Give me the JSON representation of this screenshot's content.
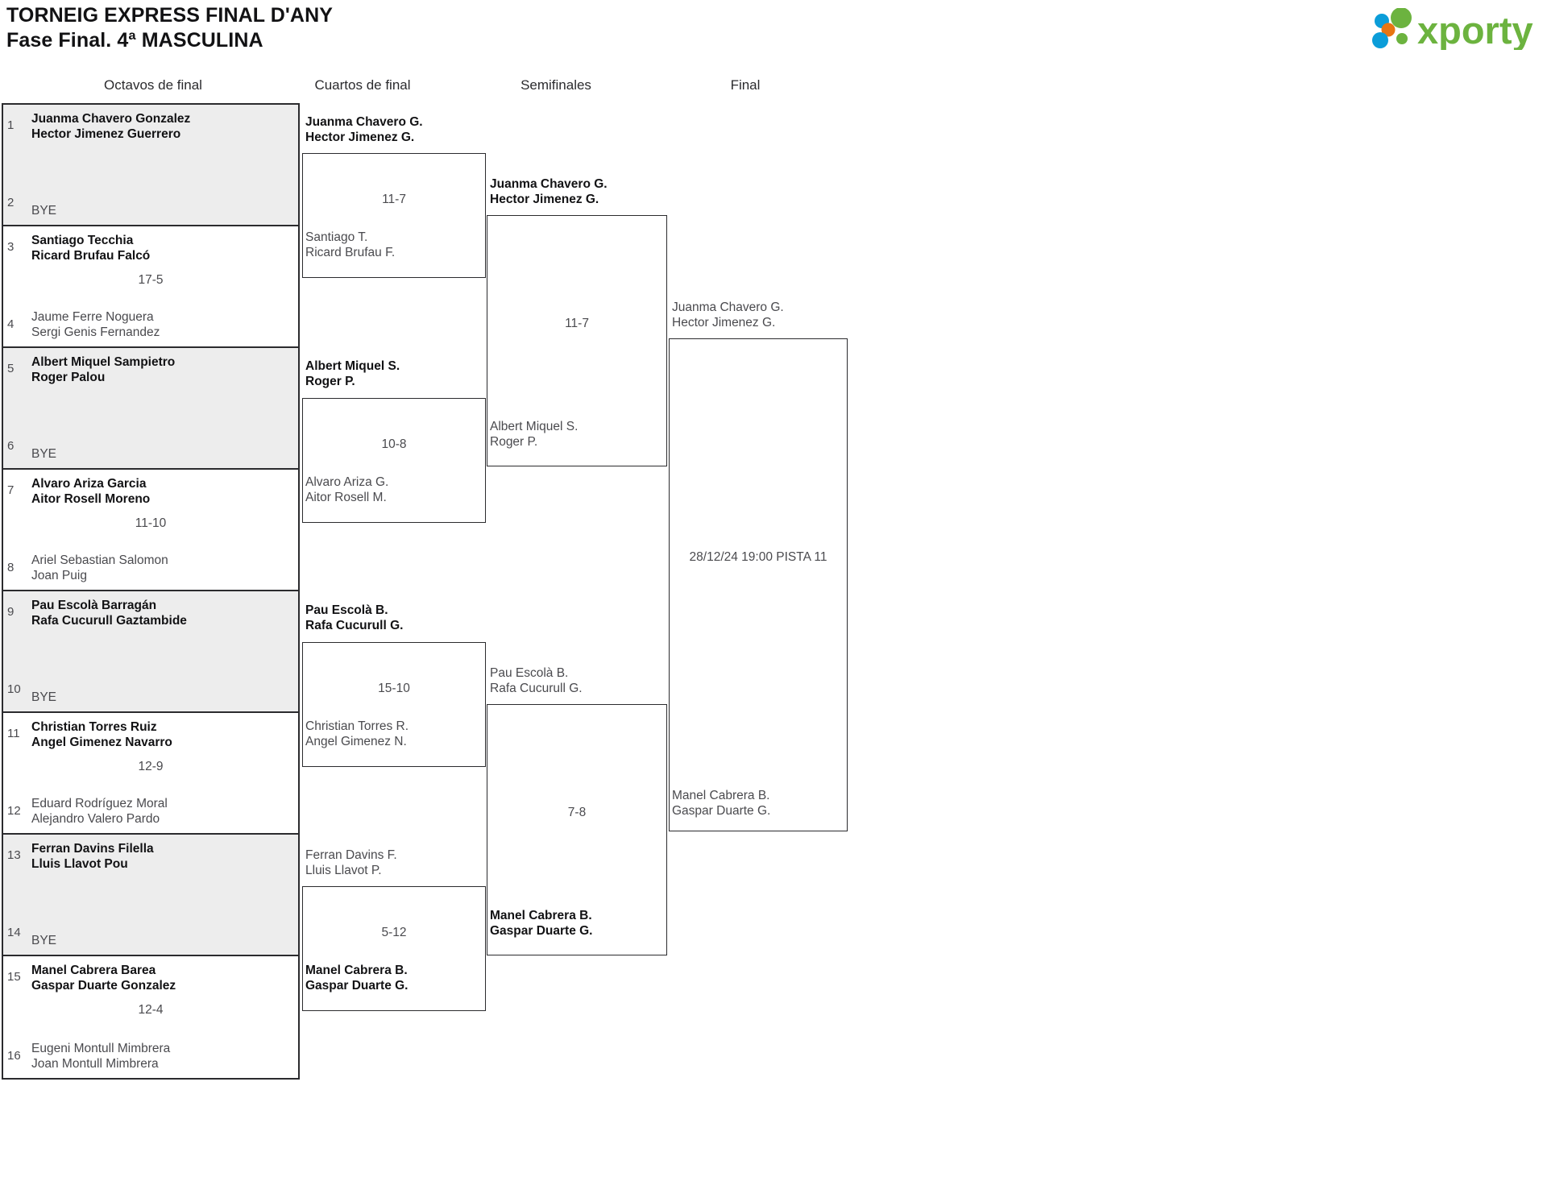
{
  "header": {
    "title_line1": "TORNEIG EXPRESS FINAL D'ANY",
    "title_line2": "Fase Final. 4ª MASCULINA",
    "logo_text": "xporty",
    "logo_colors": {
      "green": "#6cb33f",
      "blue": "#0b9dd9",
      "orange": "#e87511"
    }
  },
  "rounds": [
    {
      "label": "Octavos de final"
    },
    {
      "label": "Cuartos de final"
    },
    {
      "label": "Semifinales"
    },
    {
      "label": "Final"
    }
  ],
  "round1": [
    {
      "shaded": true,
      "top": {
        "seed": "1",
        "p1": "Juanma Chavero Gonzalez",
        "p2": "Hector Jimenez Guerrero",
        "winner": true
      },
      "bottom": {
        "seed": "2",
        "bye": "BYE",
        "winner": false
      },
      "score": ""
    },
    {
      "shaded": false,
      "top": {
        "seed": "3",
        "p1": "Santiago Tecchia",
        "p2": "Ricard Brufau Falcó",
        "winner": true
      },
      "bottom": {
        "seed": "4",
        "p1": "Jaume Ferre Noguera",
        "p2": "Sergi Genis Fernandez",
        "winner": false
      },
      "score": "17-5"
    },
    {
      "shaded": true,
      "top": {
        "seed": "5",
        "p1": "Albert Miquel Sampietro",
        "p2": "Roger Palou",
        "winner": true
      },
      "bottom": {
        "seed": "6",
        "bye": "BYE",
        "winner": false
      },
      "score": ""
    },
    {
      "shaded": false,
      "top": {
        "seed": "7",
        "p1": "Alvaro Ariza Garcia",
        "p2": "Aitor Rosell Moreno",
        "winner": true
      },
      "bottom": {
        "seed": "8",
        "p1": "Ariel Sebastian Salomon",
        "p2": "Joan Puig",
        "winner": false
      },
      "score": "11-10"
    },
    {
      "shaded": true,
      "top": {
        "seed": "9",
        "p1": "Pau Escolà Barragán",
        "p2": "Rafa Cucurull Gaztambide",
        "winner": true
      },
      "bottom": {
        "seed": "10",
        "bye": "BYE",
        "winner": false
      },
      "score": ""
    },
    {
      "shaded": false,
      "top": {
        "seed": "11",
        "p1": "Christian Torres Ruiz",
        "p2": "Angel Gimenez Navarro",
        "winner": true
      },
      "bottom": {
        "seed": "12",
        "p1": "Eduard Rodríguez Moral",
        "p2": "Alejandro Valero Pardo",
        "winner": false
      },
      "score": "12-9"
    },
    {
      "shaded": true,
      "top": {
        "seed": "13",
        "p1": "Ferran Davins Filella",
        "p2": "Lluis Llavot Pou",
        "winner": true
      },
      "bottom": {
        "seed": "14",
        "bye": "BYE",
        "winner": false
      },
      "score": ""
    },
    {
      "shaded": false,
      "top": {
        "seed": "15",
        "p1": "Manel Cabrera Barea",
        "p2": "Gaspar Duarte Gonzalez",
        "winner": true
      },
      "bottom": {
        "seed": "16",
        "p1": "Eugeni Montull Mimbrera",
        "p2": "Joan Montull Mimbrera",
        "winner": false
      },
      "score": "12-4"
    }
  ],
  "quarterfinals": [
    {
      "top": {
        "p1": "Juanma Chavero G.",
        "p2": "Hector Jimenez G.",
        "winner": true
      },
      "bottom": {
        "p1": "Santiago T.",
        "p2": "Ricard Brufau F.",
        "winner": false
      },
      "score": "11-7"
    },
    {
      "top": {
        "p1": "Albert Miquel S.",
        "p2": "Roger P.",
        "winner": true
      },
      "bottom": {
        "p1": "Alvaro Ariza G.",
        "p2": "Aitor Rosell M.",
        "winner": false
      },
      "score": "10-8"
    },
    {
      "top": {
        "p1": "Pau Escolà B.",
        "p2": "Rafa Cucurull G.",
        "winner": true
      },
      "bottom": {
        "p1": "Christian Torres R.",
        "p2": "Angel Gimenez N.",
        "winner": false
      },
      "score": "15-10"
    },
    {
      "top": {
        "p1": "Ferran Davins F.",
        "p2": "Lluis Llavot P.",
        "winner": false
      },
      "bottom": {
        "p1": "Manel Cabrera B.",
        "p2": "Gaspar Duarte G.",
        "winner": true
      },
      "score": "5-12"
    }
  ],
  "semifinals": [
    {
      "top": {
        "p1": "Juanma Chavero G.",
        "p2": "Hector Jimenez G.",
        "winner": true
      },
      "bottom": {
        "p1": "Albert Miquel S.",
        "p2": "Roger P.",
        "winner": false
      },
      "score": "11-7"
    },
    {
      "top": {
        "p1": "Pau Escolà B.",
        "p2": "Rafa Cucurull G.",
        "winner": false
      },
      "bottom": {
        "p1": "Manel Cabrera B.",
        "p2": "Gaspar Duarte G.",
        "winner": true
      },
      "score": "7-8"
    }
  ],
  "final": {
    "top": {
      "p1": "Juanma Chavero G.",
      "p2": "Hector Jimenez G.",
      "winner": false
    },
    "bottom": {
      "p1": "Manel Cabrera B.",
      "p2": "Gaspar Duarte G.",
      "winner": false
    },
    "schedule": "28/12/24 19:00 PISTA 11"
  }
}
